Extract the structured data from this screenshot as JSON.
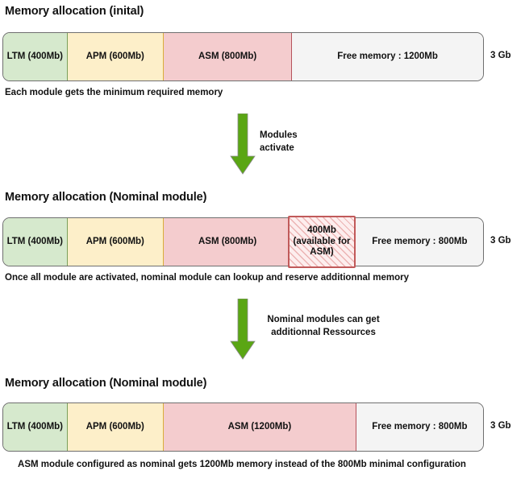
{
  "diagram": {
    "total_capacity_label": "3 Gb",
    "total_mb": 3000,
    "sections": [
      {
        "title": "Memory allocation (inital)",
        "caption": "Each module gets the minimum required memory",
        "segments": [
          {
            "label": "LTM (400Mb)",
            "size_mb": 400,
            "color": "#d6e9cd",
            "kind": "ltm"
          },
          {
            "label": "APM (600Mb)",
            "size_mb": 600,
            "color": "#fdefc9",
            "kind": "apm"
          },
          {
            "label": "ASM (800Mb)",
            "size_mb": 800,
            "color": "#f4ccce",
            "kind": "asm"
          },
          {
            "label": "Free memory : 1200Mb",
            "size_mb": 1200,
            "color": "#f4f4f4",
            "kind": "free"
          }
        ]
      },
      {
        "title": "Memory allocation (Nominal module)",
        "caption": "Once all module are activated, nominal module can lookup and reserve additionnal memory",
        "segments": [
          {
            "label": "LTM (400Mb)",
            "size_mb": 400,
            "color": "#d6e9cd",
            "kind": "ltm"
          },
          {
            "label": "APM (600Mb)",
            "size_mb": 600,
            "color": "#fdefc9",
            "kind": "apm"
          },
          {
            "label": "ASM (800Mb)",
            "size_mb": 800,
            "color": "#f4ccce",
            "kind": "asm"
          },
          {
            "label": "",
            "size_mb": 400,
            "color": "#fdeeee",
            "kind": "reserved"
          },
          {
            "label": "Free memory : 800Mb",
            "size_mb": 800,
            "color": "#f4f4f4",
            "kind": "free"
          }
        ],
        "overlay": {
          "label": "400Mb\n(available for\nASM)",
          "size_mb": 400,
          "border_color": "#c05a5a",
          "fill_color": "#fdeeee"
        }
      },
      {
        "title": "Memory allocation (Nominal module)",
        "caption": "ASM module configured as nominal gets 1200Mb memory instead of the 800Mb minimal configuration",
        "segments": [
          {
            "label": "LTM (400Mb)",
            "size_mb": 400,
            "color": "#d6e9cd",
            "kind": "ltm"
          },
          {
            "label": "APM (600Mb)",
            "size_mb": 600,
            "color": "#fdefc9",
            "kind": "apm"
          },
          {
            "label": "ASM (1200Mb)",
            "size_mb": 1200,
            "color": "#f4ccce",
            "kind": "asm"
          },
          {
            "label": "Free memory : 800Mb",
            "size_mb": 800,
            "color": "#f4f4f4",
            "kind": "free"
          }
        ]
      }
    ],
    "arrows": [
      {
        "label": "Modules\nactivate",
        "color": "#5aa614"
      },
      {
        "label": "Nominal modules can get\nadditionnal Ressources",
        "color": "#5aa614"
      }
    ]
  }
}
